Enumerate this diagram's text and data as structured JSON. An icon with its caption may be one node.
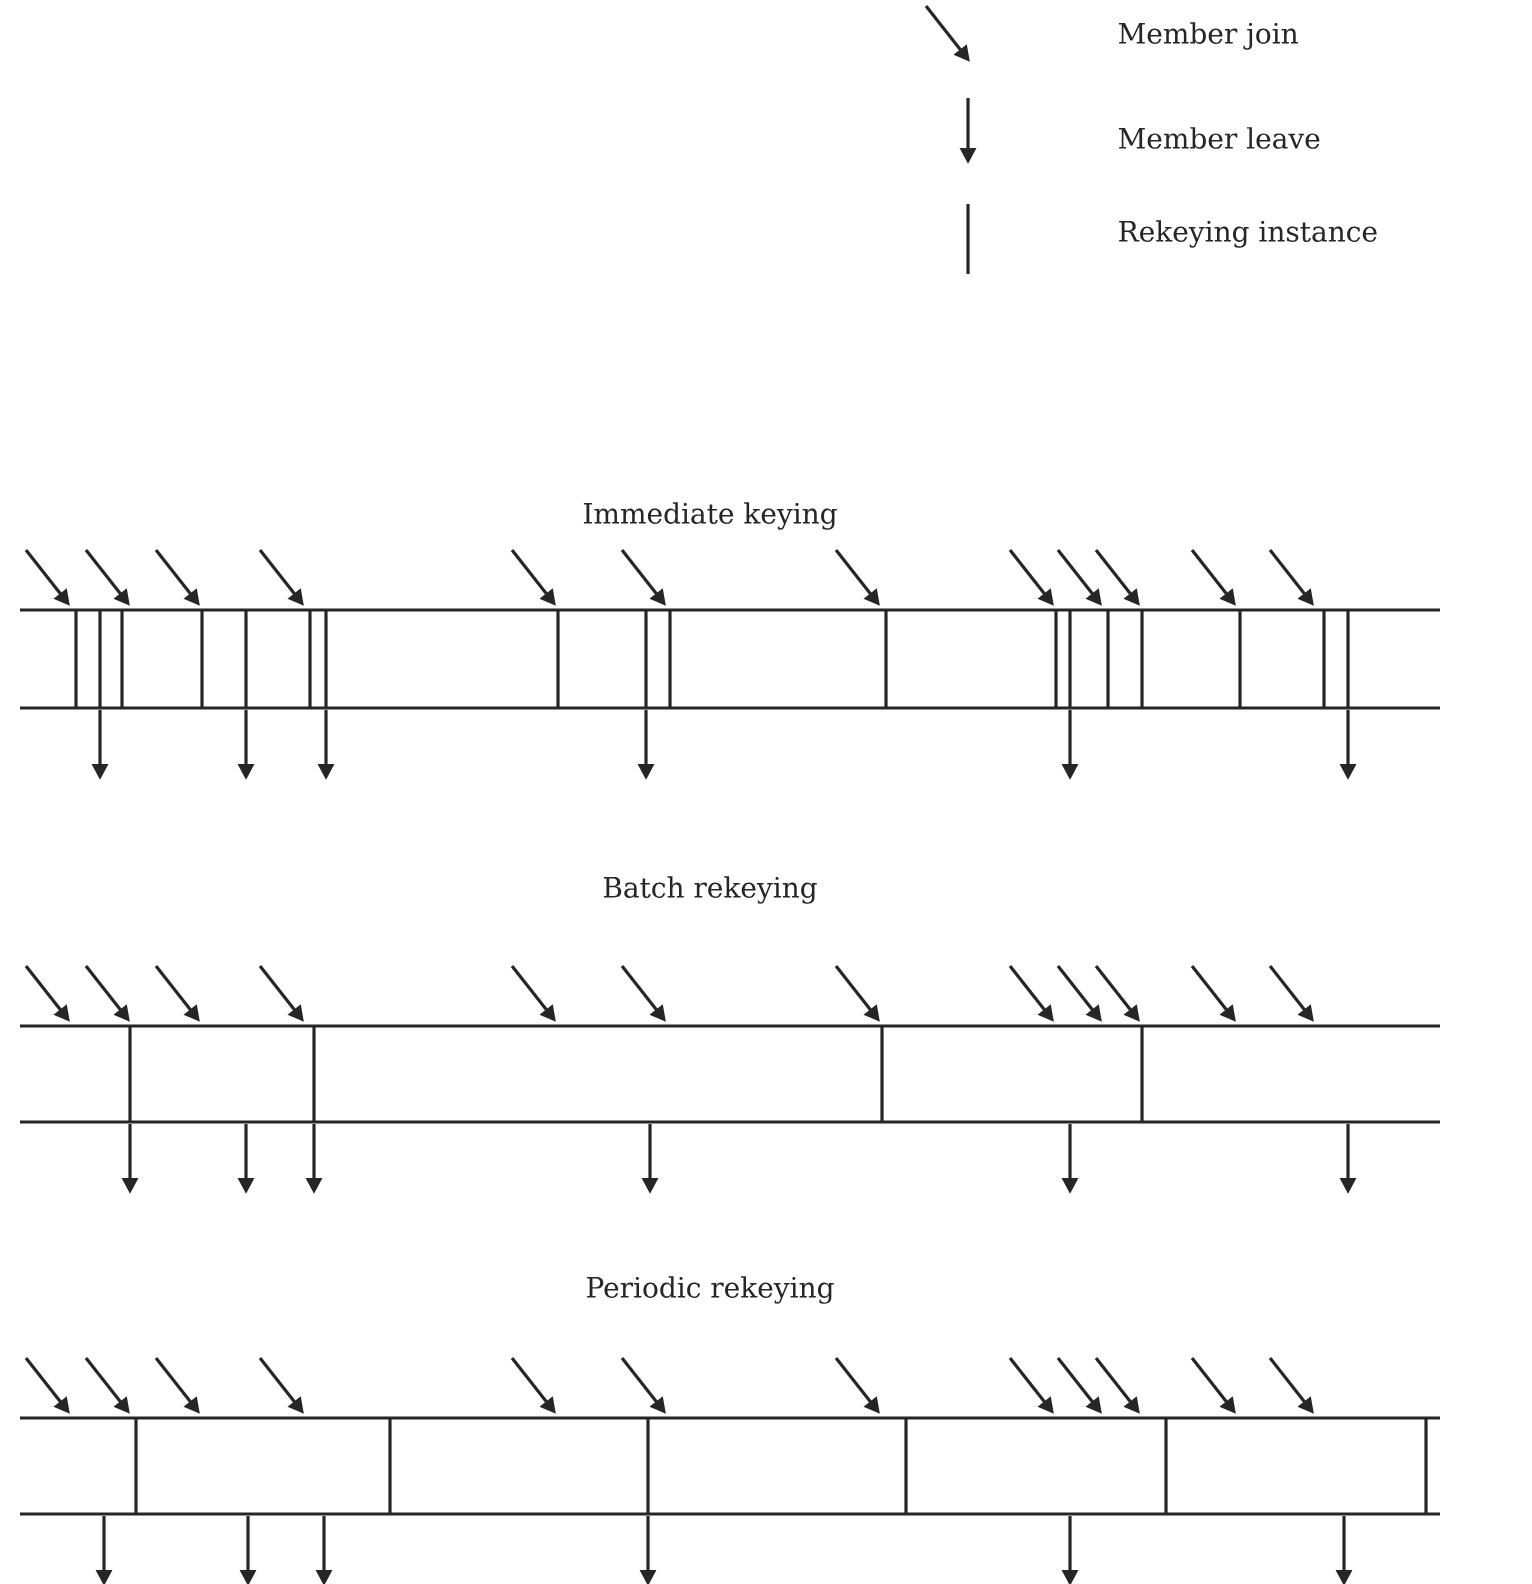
{
  "diagram": {
    "labels": [
      "Immediate keying",
      "Batch rekeying",
      "Periodic rekeying"
    ],
    "legend": [
      {
        "text": "Member join"
      },
      {
        "text": "Member leave"
      },
      {
        "text": "Rekeying instance"
      }
    ]
  }
}
